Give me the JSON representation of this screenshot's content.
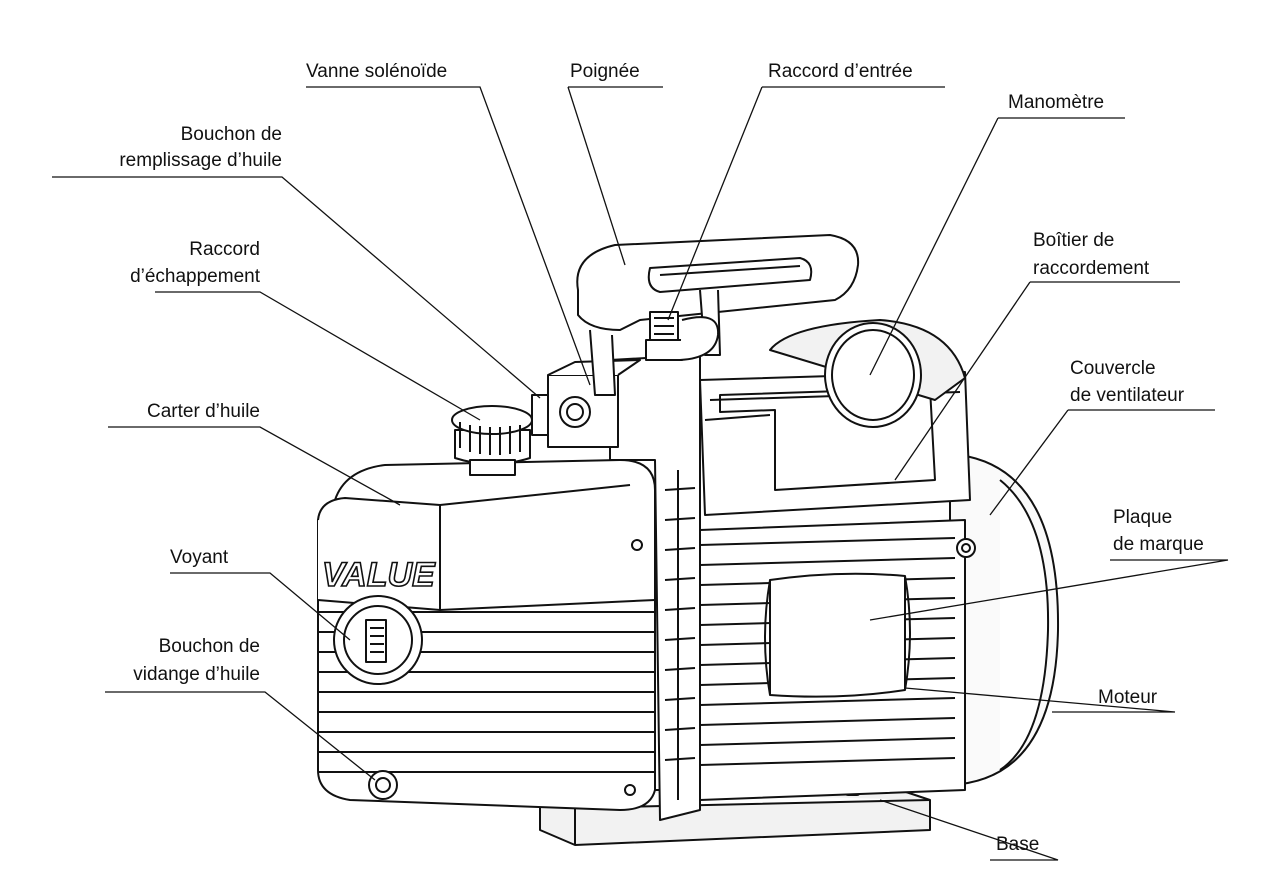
{
  "diagram": {
    "brand_logo": "VALUE",
    "labels": {
      "vanne_solenoide": "Vanne solénoïde",
      "poignee": "Poignée",
      "raccord_entree": "Raccord d’entrée",
      "manometre": "Manomètre",
      "bouchon_remplissage_l1": "Bouchon de",
      "bouchon_remplissage_l2": "remplissage d’huile",
      "boitier_l1": "Boîtier de",
      "boitier_l2": "raccordement",
      "raccord_echappement_l1": "Raccord",
      "raccord_echappement_l2": "d’échappement",
      "couvercle_l1": "Couvercle",
      "couvercle_l2": "de ventilateur",
      "carter_huile": "Carter d’huile",
      "plaque_l1": "Plaque",
      "plaque_l2": "de marque",
      "voyant": "Voyant",
      "bouchon_vidange_l1": "Bouchon de",
      "bouchon_vidange_l2": "vidange d’huile",
      "moteur": "Moteur",
      "base": "Base"
    },
    "colors": {
      "line": "#111111",
      "fill": "#ffffff",
      "shade": "#f2f2f2"
    }
  }
}
